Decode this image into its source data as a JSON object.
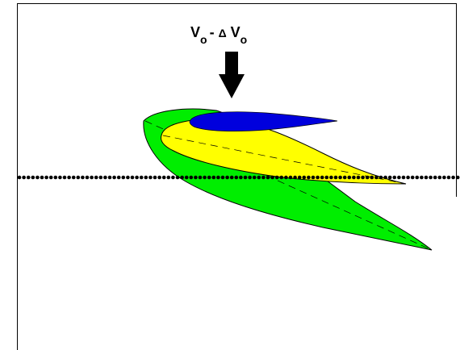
{
  "label": {
    "main": "V",
    "sub": "o",
    "operator": "- ",
    "delta": "Δ",
    "main2": " V",
    "sub2": "o"
  },
  "colors": {
    "green": "#00ee00",
    "yellow": "#ffff00",
    "blue": "#0000dd",
    "outline": "#000000",
    "background": "#ffffff"
  },
  "icons": {
    "arrow": "down-arrow-icon"
  }
}
